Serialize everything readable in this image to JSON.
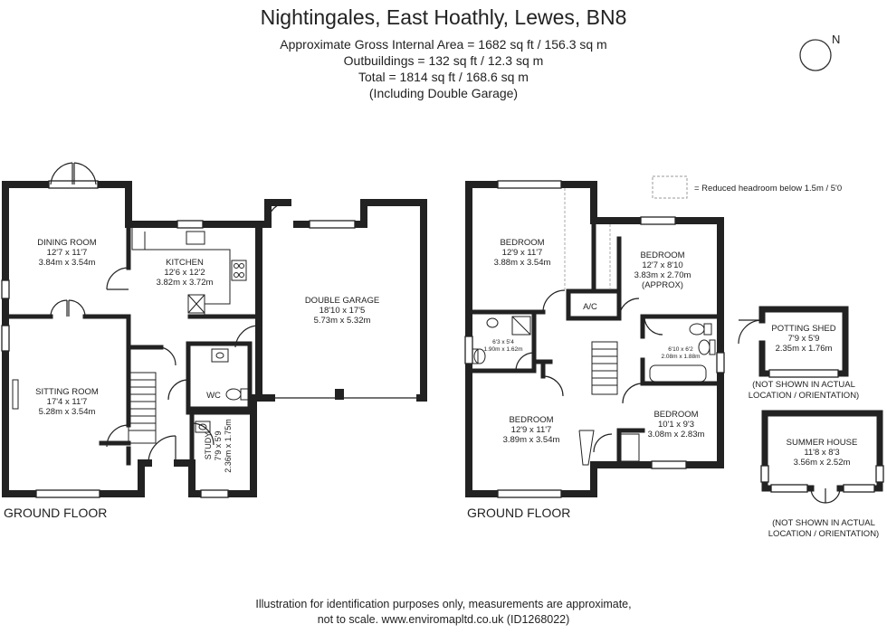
{
  "header": {
    "title": "Nightingales, East Hoathly, Lewes, BN8",
    "area_lines": [
      "Approximate Gross Internal Area = 1682 sq ft / 156.3 sq m",
      "Outbuildings = 132 sq ft / 12.3 sq m",
      "Total = 1814 sq ft / 168.6 sq m",
      "(Including Double Garage)"
    ],
    "compass_label": "N"
  },
  "legend": {
    "text": "= Reduced headroom below 1.5m / 5'0"
  },
  "plans": {
    "left_label": "GROUND FLOOR",
    "right_label": "GROUND FLOOR"
  },
  "rooms": {
    "dining": [
      "DINING ROOM",
      "12'7 x 11'7",
      "3.84m x 3.54m"
    ],
    "kitchen": [
      "KITCHEN",
      "12'6 x 12'2",
      "3.82m x 3.72m"
    ],
    "garage": [
      "DOUBLE GARAGE",
      "18'10 x 17'5",
      "5.73m x 5.32m"
    ],
    "sitting": [
      "SITTING ROOM",
      "17'4 x 11'7",
      "5.28m x 3.54m"
    ],
    "wc": "WC",
    "study": [
      "STUDY",
      "7'9 x 5'9",
      "2.36m x 1.75m"
    ],
    "bed1": [
      "BEDROOM",
      "12'9 x 11'7",
      "3.88m x 3.54m"
    ],
    "bed2": [
      "BEDROOM",
      "12'7 x 8'10",
      "3.83m x 2.70m",
      "(APPROX)"
    ],
    "ac": "A/C",
    "ensuite": [
      "6'3 x 5'4",
      "1.90m x 1.62m"
    ],
    "bath": [
      "6'10 x 6'2",
      "2.08m x 1.88m"
    ],
    "bed3": [
      "BEDROOM",
      "12'9 x 11'7",
      "3.89m x 3.54m"
    ],
    "bed4": [
      "BEDROOM",
      "10'1 x 9'3",
      "3.08m x 2.83m"
    ],
    "potting": [
      "POTTING SHED",
      "7'9 x 5'9",
      "2.35m x 1.76m"
    ],
    "summer": [
      "SUMMER HOUSE",
      "11'8 x 8'3",
      "3.56m x 2.52m"
    ]
  },
  "notes": {
    "potting": [
      "(NOT SHOWN IN ACTUAL",
      "LOCATION / ORIENTATION)"
    ],
    "summer": [
      "(NOT SHOWN IN ACTUAL",
      "LOCATION / ORIENTATION)"
    ]
  },
  "footer": {
    "lines": [
      "Illustration for identification purposes only, measurements are approximate,",
      "not to scale. www.enviromapltd.co.uk (ID1268022)"
    ]
  }
}
